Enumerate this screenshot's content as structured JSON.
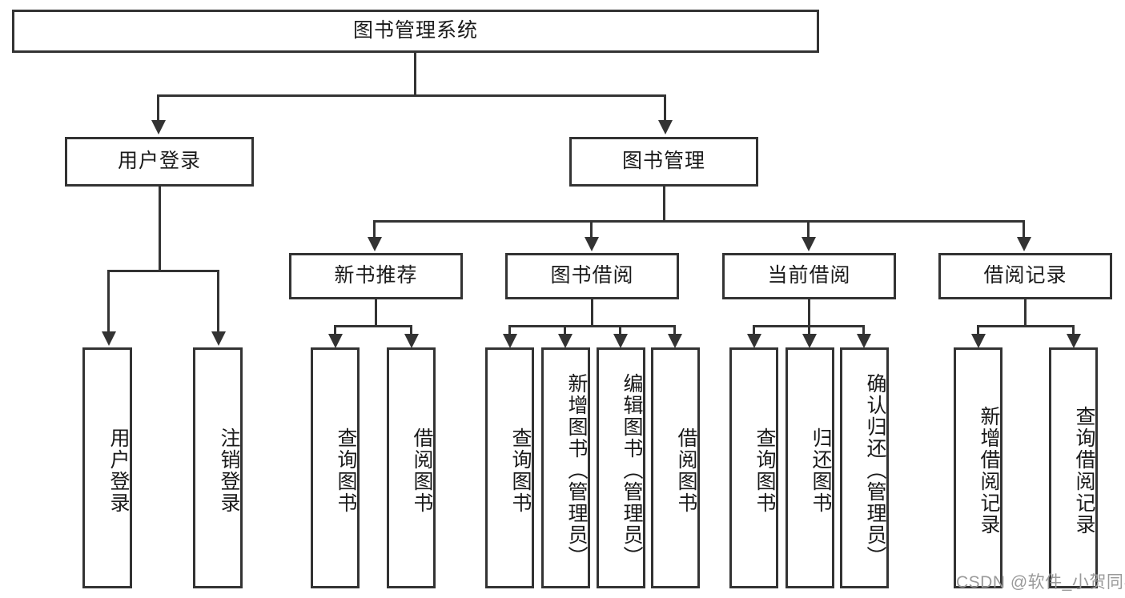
{
  "diagram": {
    "title": "图书管理系统",
    "type": "hierarchy-tree",
    "root": {
      "label": "图书管理系统",
      "name": "node-root-system"
    },
    "level2": [
      {
        "label": "用户登录",
        "name": "node-user-login"
      },
      {
        "label": "图书管理",
        "name": "node-book-management"
      }
    ],
    "level3": [
      {
        "label": "新书推荐",
        "name": "node-new-book-recommend"
      },
      {
        "label": "图书借阅",
        "name": "node-book-borrow"
      },
      {
        "label": "当前借阅",
        "name": "node-current-borrow"
      },
      {
        "label": "借阅记录",
        "name": "node-borrow-record"
      }
    ],
    "leaves": {
      "user_login": [
        {
          "label": "用户登录",
          "name": "leaf-user-login"
        },
        {
          "label": "注销登录",
          "name": "leaf-logout"
        }
      ],
      "new_book_recommend": [
        {
          "label": "查询图书",
          "name": "leaf-query-book-1"
        },
        {
          "label": "借阅图书",
          "name": "leaf-borrow-book-1"
        }
      ],
      "book_borrow": [
        {
          "label": "查询图书",
          "name": "leaf-query-book-2"
        },
        {
          "label": "新增图书（管理员）",
          "name": "leaf-add-book-admin"
        },
        {
          "label": "编辑图书（管理员）",
          "name": "leaf-edit-book-admin"
        },
        {
          "label": "借阅图书",
          "name": "leaf-borrow-book-2"
        }
      ],
      "current_borrow": [
        {
          "label": "查询图书",
          "name": "leaf-query-book-3"
        },
        {
          "label": "归还图书",
          "name": "leaf-return-book"
        },
        {
          "label": "确认归还（管理员）",
          "name": "leaf-confirm-return-admin"
        }
      ],
      "borrow_record": [
        {
          "label": "新增借阅记录",
          "name": "leaf-add-borrow-record"
        },
        {
          "label": "查询借阅记录",
          "name": "leaf-query-borrow-record"
        }
      ]
    }
  },
  "watermark": {
    "text": "CSDN @软件_小贺同学"
  },
  "colors": {
    "stroke": "#333333",
    "background": "#ffffff",
    "text": "#1a1a1a",
    "watermark": "#9a9a9a"
  }
}
